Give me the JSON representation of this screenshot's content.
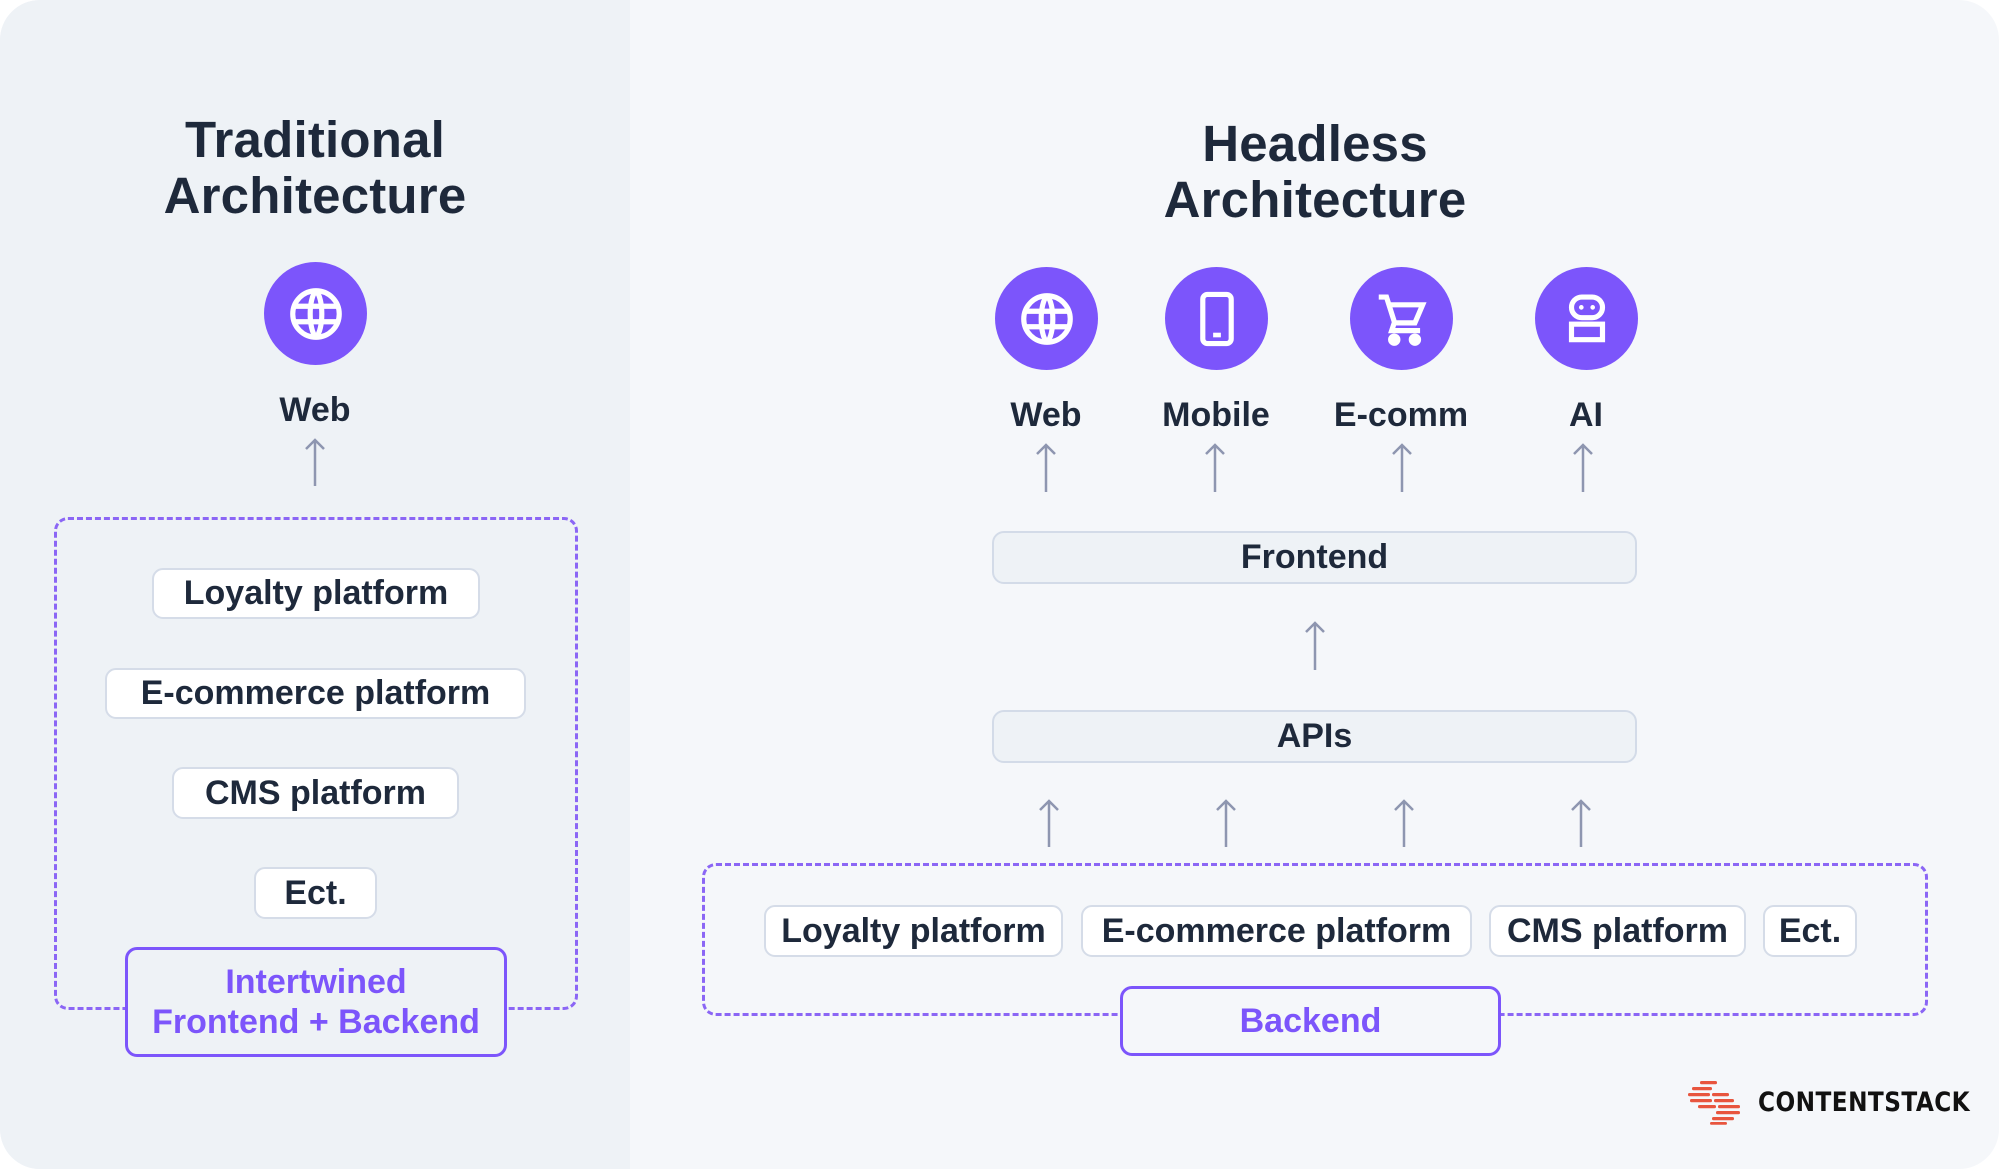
{
  "colors": {
    "accent": "#7C55FB",
    "text": "#1E293B",
    "left_background": "#EEF2F6",
    "right_background": "#F5F7FA",
    "pill_border": "#D5DCE8",
    "arrow": "#8E96B0",
    "logo_mark": "#E8553E"
  },
  "traditional": {
    "title_line1": "Traditional",
    "title_line2": "Architecture",
    "channel": {
      "label": "Web",
      "icon": "globe-icon"
    },
    "platforms": [
      "Loyalty platform",
      "E-commerce platform",
      "CMS platform",
      "Ect."
    ],
    "core_box": {
      "line1": "Intertwined",
      "line2": "Frontend + Backend"
    }
  },
  "headless": {
    "title_line1": "Headless",
    "title_line2": "Architecture",
    "channels": [
      {
        "label": "Web",
        "icon": "globe-icon"
      },
      {
        "label": "Mobile",
        "icon": "mobile-phone-icon"
      },
      {
        "label": "E-comm",
        "icon": "shopping-cart-icon"
      },
      {
        "label": "AI",
        "icon": "robot-icon"
      }
    ],
    "frontend_label": "Frontend",
    "apis_label": "APIs",
    "platforms": [
      "Loyalty platform",
      "E-commerce platform",
      "CMS platform",
      "Ect."
    ],
    "backend_label": "Backend"
  },
  "branding": {
    "logo_text": "CONTENTSTACK"
  }
}
